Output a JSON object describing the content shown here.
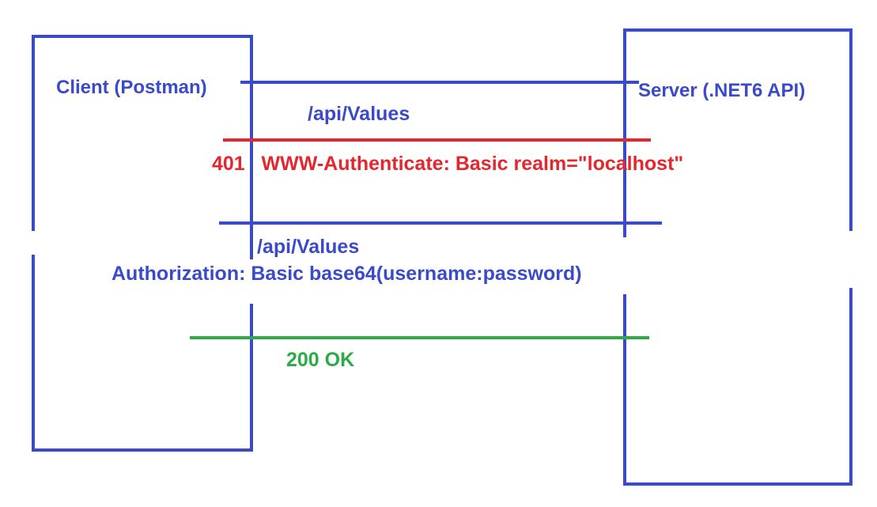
{
  "colors": {
    "blue": "#3b4bc8",
    "red": "#e5272d",
    "green": "#2aab46"
  },
  "client": {
    "label": "Client (Postman)"
  },
  "server": {
    "label": "Server (.NET6 API)"
  },
  "messages": [
    {
      "text": "/api/Values",
      "color": "blue"
    },
    {
      "text": "401   WWW-Authenticate: Basic realm=\"localhost\"",
      "color": "red"
    },
    {
      "text": "/api/Values",
      "color": "blue"
    },
    {
      "text": "Authorization: Basic base64(username:password)",
      "color": "blue"
    },
    {
      "text": "200 OK",
      "color": "green"
    }
  ]
}
